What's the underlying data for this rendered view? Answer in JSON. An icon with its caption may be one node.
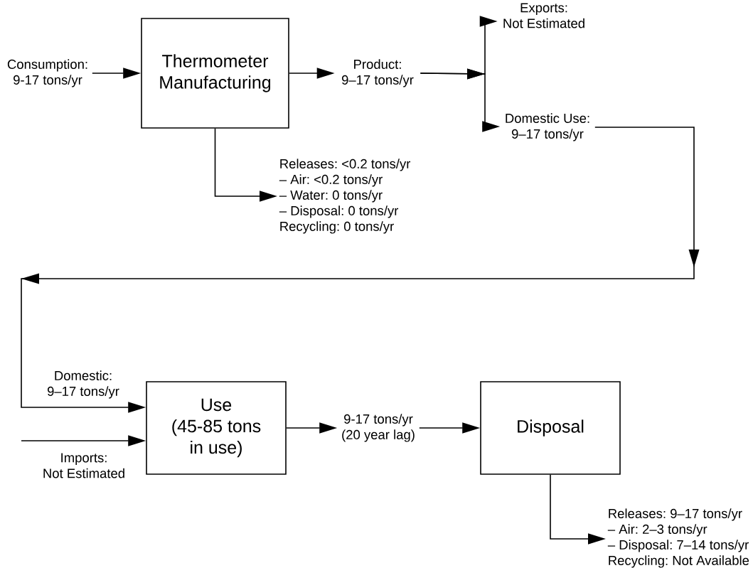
{
  "diagram": {
    "nodes": [
      {
        "text": [
          "Consumption: 9-17 tons/yr"
        ]
      },
      {
        "text": [
          "Thermometer Manufacturing"
        ]
      },
      {
        "text": [
          "Product: 9–17 tons/yr"
        ]
      },
      {
        "text": [
          "Exports: Not Estimated"
        ]
      },
      {
        "text": [
          "Domestic Use: 9–17 tons/yr"
        ]
      },
      {
        "text": [
          "Releases: <0.2 tons/yr",
          "– Air: <0.2 tons/yr",
          "– Water: 0 tons/yr",
          "– Disposal: 0 tons/yr",
          "Recycling: 0 tons/yr"
        ]
      },
      {
        "text": [
          "Use (45-85 tons in use)"
        ]
      },
      {
        "text": [
          "9-17 tons/yr (20 year lag)"
        ]
      },
      {
        "text": [
          "Disposal"
        ]
      },
      {
        "text": [
          "Releases: 9–17 tons/yr",
          "– Air: 2–3 tons/yr",
          "– Disposal: 7–14 tons/yr",
          "Recycling: Not Available"
        ]
      }
    ],
    "edges": [
      {
        "from": 0,
        "to": 1,
        "arrow": "to"
      },
      {
        "from": 1,
        "to": 2,
        "arrow": "to"
      },
      {
        "from": 2,
        "to": 3,
        "arrow": "to"
      },
      {
        "from": 2,
        "to": 4,
        "arrow": "to"
      },
      {
        "from": 1,
        "to": 5,
        "arrow": "to"
      },
      {
        "from": 4,
        "to": 6,
        "arrow": "to",
        "label": "Domestic: 9–17 tons/yr"
      },
      {
        "from": null,
        "to": 6,
        "arrow": "to",
        "label": "Imports: Not Estimated"
      },
      {
        "from": 6,
        "to": 7,
        "arrow": "to"
      },
      {
        "from": 7,
        "to": 8,
        "arrow": "to"
      },
      {
        "from": 8,
        "to": 9,
        "arrow": "to"
      }
    ]
  }
}
